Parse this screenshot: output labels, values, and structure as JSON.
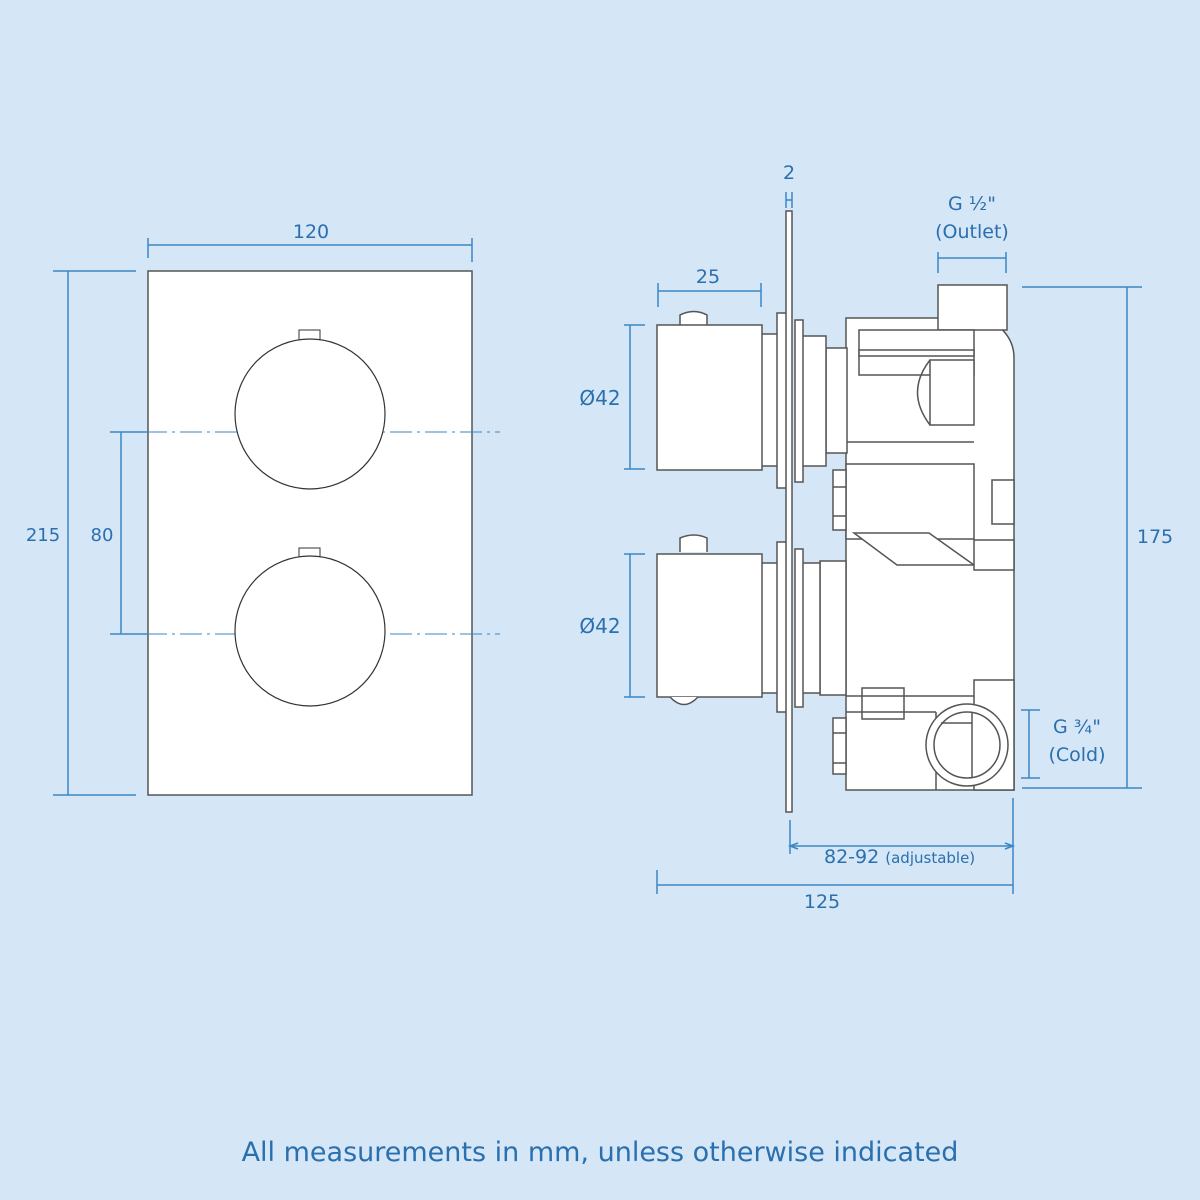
{
  "colors": {
    "background": "#d5e6f7",
    "dimension": "#3b87c4",
    "label": "#2a6fae",
    "outline": "#555555",
    "fill": "#ffffff"
  },
  "front_view": {
    "width_label": "120",
    "height_label": "215",
    "centers_label": "80"
  },
  "side_view": {
    "plate_thickness_label": "2",
    "handle_depth_label": "25",
    "upper_diameter_label": "Ø42",
    "lower_diameter_label": "Ø42",
    "outlet_label_line1": "G ½\"",
    "outlet_label_line2": "(Outlet)",
    "body_height_label": "175",
    "cold_label_line1": "G ¾\"",
    "cold_label_line2": "(Cold)",
    "adjustable_value": "82-92",
    "adjustable_note": "(adjustable)",
    "total_depth_label": "125"
  },
  "footer": {
    "note": "All measurements in mm, unless otherwise indicated"
  }
}
